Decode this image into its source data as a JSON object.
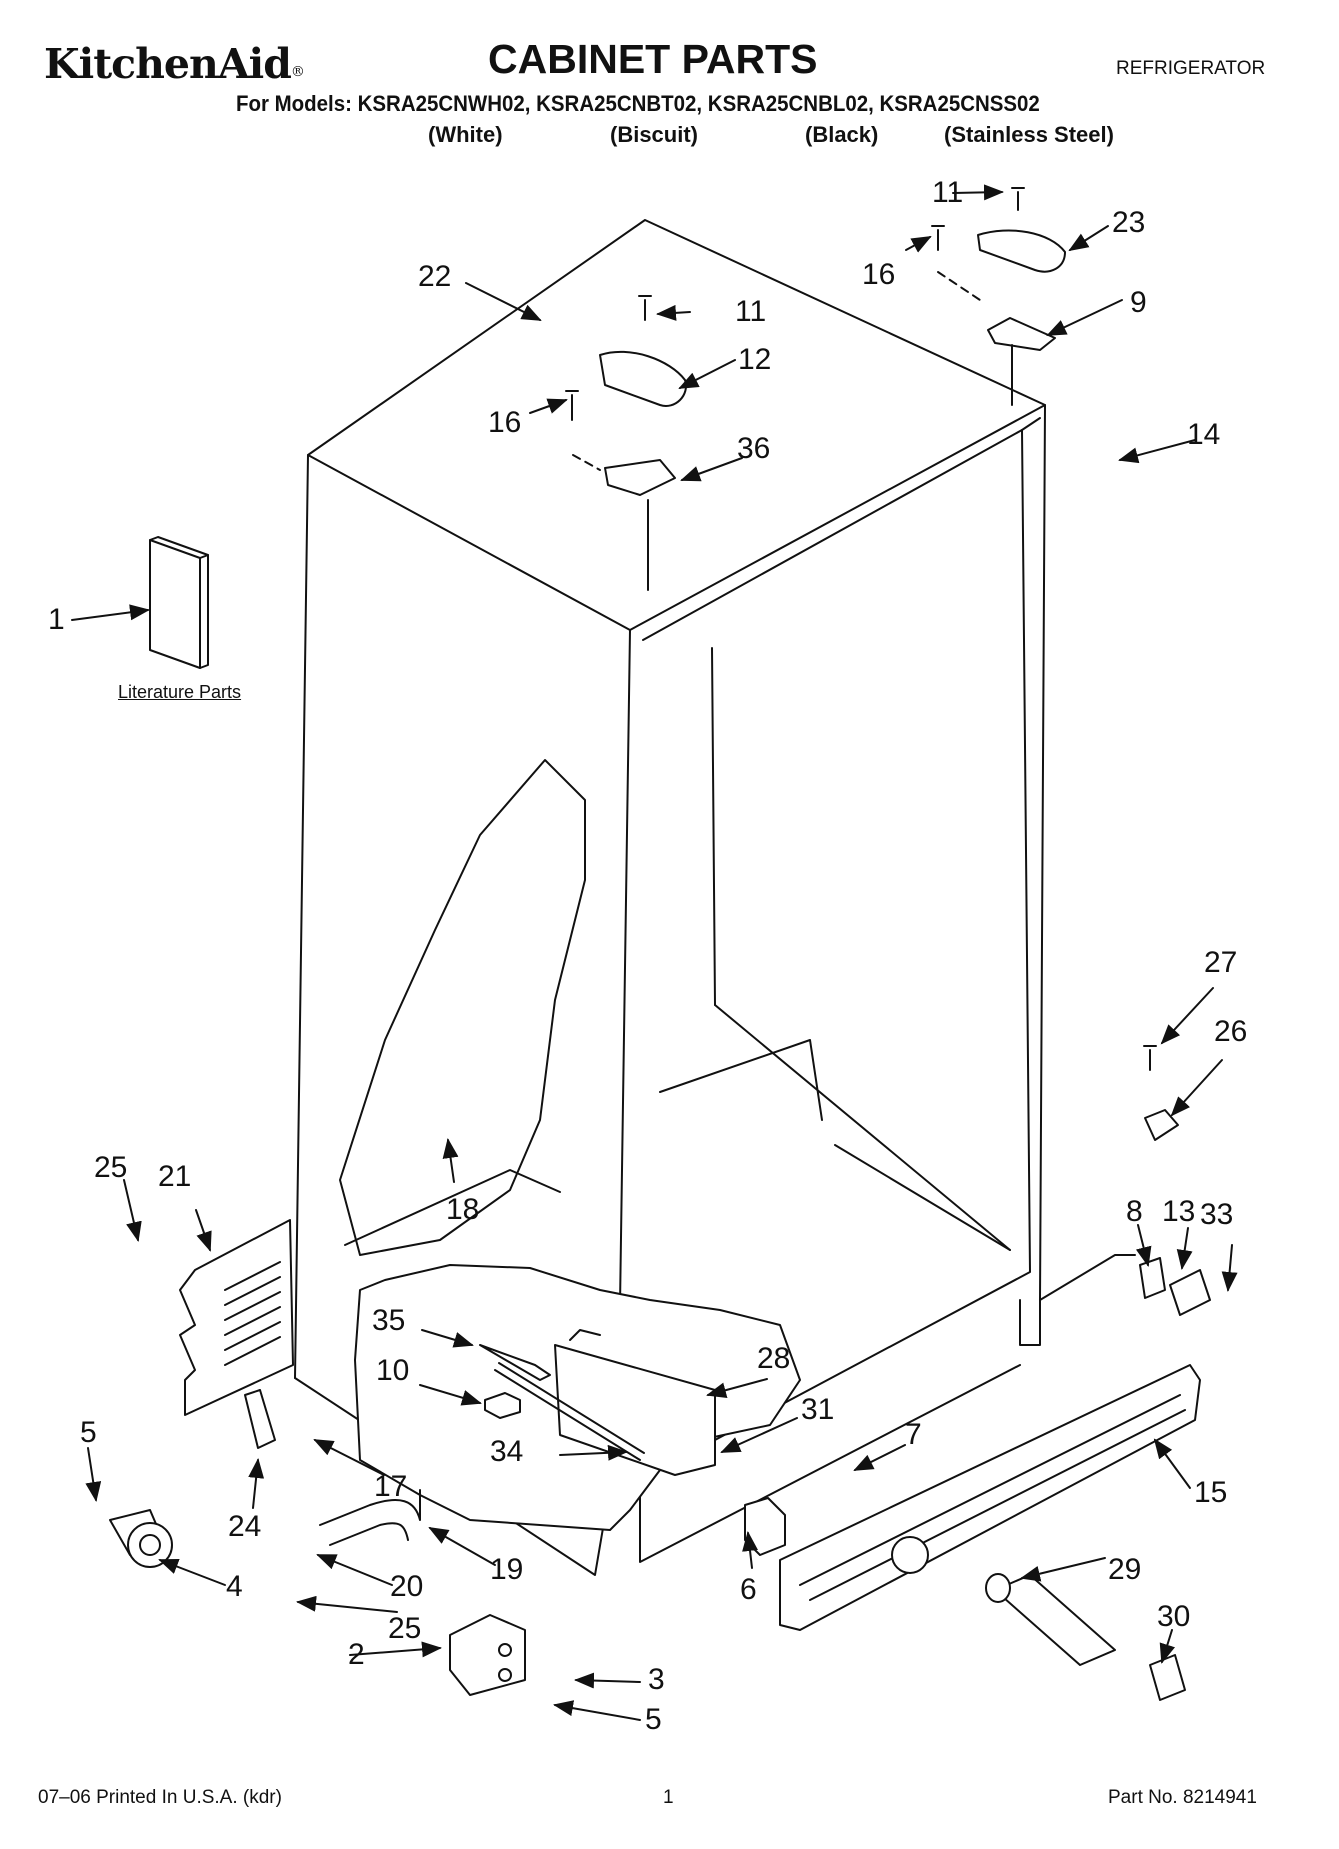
{
  "header": {
    "brand": "KitchenAid",
    "brand_mark": "®",
    "title": "CABINET PARTS",
    "category": "REFRIGERATOR",
    "models_line": "For Models: KSRA25CNWH02, KSRA25CNBT02, KSRA25CNBL02, KSRA25CNSS02",
    "variants": [
      "(White)",
      "(Biscuit)",
      "(Black)",
      "(Stainless Steel)"
    ]
  },
  "diagram": {
    "literature_label": "Literature Parts",
    "callouts": [
      "1",
      "2",
      "3",
      "4",
      "5",
      "5",
      "6",
      "7",
      "8",
      "9",
      "10",
      "11",
      "11",
      "12",
      "13",
      "14",
      "15",
      "16",
      "16",
      "17",
      "18",
      "19",
      "20",
      "21",
      "22",
      "23",
      "24",
      "25",
      "25",
      "26",
      "27",
      "28",
      "29",
      "30",
      "31",
      "33",
      "34",
      "35",
      "36"
    ]
  },
  "footer": {
    "print_info": "07–06 Printed In U.S.A. (kdr)",
    "page": "1",
    "part_no": "Part No. 8214941"
  }
}
